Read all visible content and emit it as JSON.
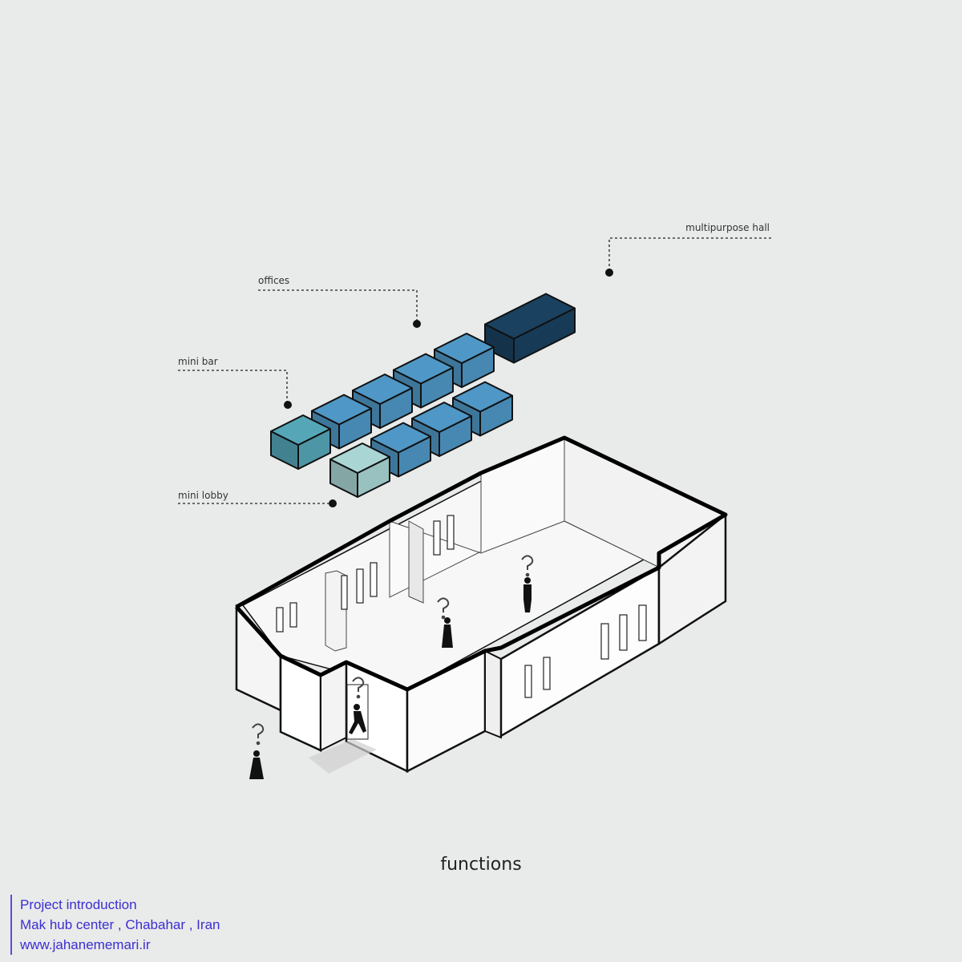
{
  "labels": {
    "multipurpose_hall": "multipurpose hall",
    "offices": "offices",
    "mini_bar": "mini bar",
    "mini_lobby": "mini lobby"
  },
  "caption": "functions",
  "credits": {
    "line1": "Project introduction",
    "line2": "Mak hub center , Chabahar , Iran",
    "line3": "www.jahanememari.ir"
  },
  "colors": {
    "background": "#e9eaea",
    "multipurpose_hall": "#1a4260",
    "offices": "#4f97c6",
    "mini_bar": "#55a7b8",
    "mini_lobby": "#a9d6d5",
    "credits_text": "#3a2fd0"
  }
}
